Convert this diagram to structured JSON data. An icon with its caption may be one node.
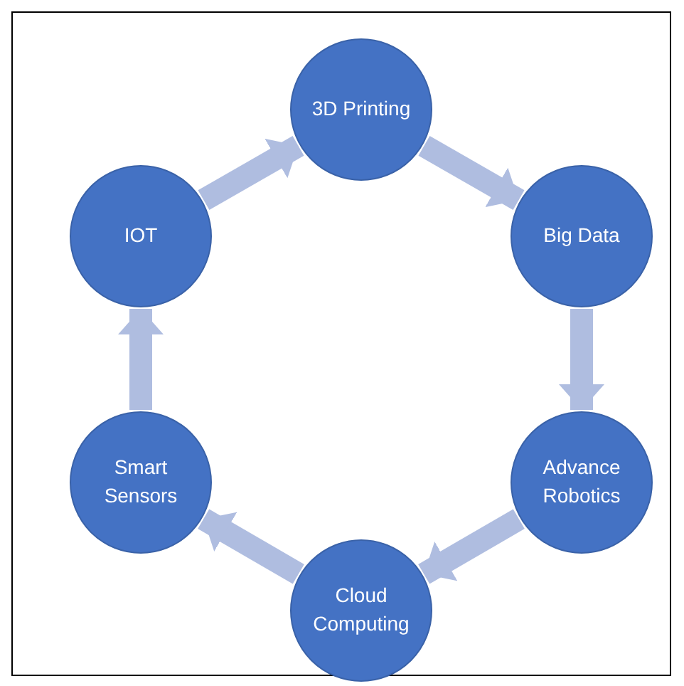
{
  "diagram": {
    "nodes": [
      {
        "text": [
          "3D Printing"
        ]
      },
      {
        "text": [
          "Big Data"
        ]
      },
      {
        "text": [
          "Advance Robotics"
        ]
      },
      {
        "text": [
          "Cloud Computing"
        ]
      },
      {
        "text": [
          "Smart Sensors"
        ]
      },
      {
        "text": [
          "IOT"
        ]
      }
    ],
    "edges": [
      {
        "from": 0,
        "to": 1,
        "arrow": "to"
      },
      {
        "from": 1,
        "to": 2,
        "arrow": "to"
      },
      {
        "from": 2,
        "to": 3,
        "arrow": "to"
      },
      {
        "from": 3,
        "to": 4,
        "arrow": "to"
      },
      {
        "from": 4,
        "to": 5,
        "arrow": "to"
      },
      {
        "from": 5,
        "to": 0,
        "arrow": "to"
      }
    ]
  }
}
